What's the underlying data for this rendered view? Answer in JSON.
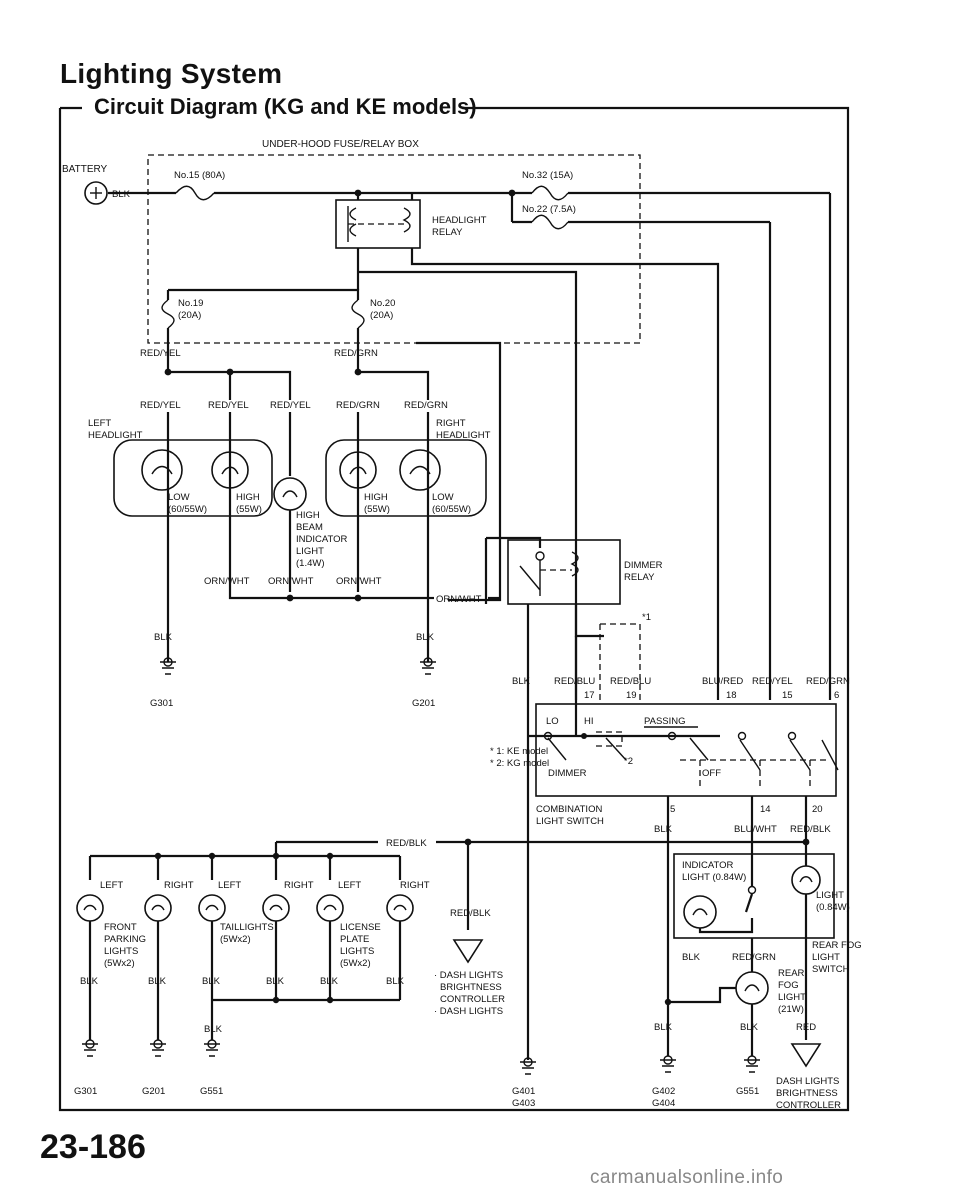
{
  "title": "Lighting System",
  "subtitle": "Circuit Diagram (KG and KE models)",
  "page_number": "23-186",
  "watermark": "carmanualsonline.info",
  "labels": {
    "fuse_box": "UNDER-HOOD FUSE/RELAY BOX",
    "battery": "BATTERY",
    "blk": "BLK",
    "fuse15": "No.15 (80A)",
    "fuse32": "No.32 (15A)",
    "fuse22": "No.22 (7.5A)",
    "headlight_relay_1": "HEADLIGHT",
    "headlight_relay_2": "RELAY",
    "fuse19_1": "No.19",
    "fuse19_2": "(20A)",
    "fuse20_1": "No.20",
    "fuse20_2": "(20A)",
    "red_yel": "RED/YEL",
    "red_grn": "RED/GRN",
    "left_headlight_1": "LEFT",
    "left_headlight_2": "HEADLIGHT",
    "right_headlight_1": "RIGHT",
    "right_headlight_2": "HEADLIGHT",
    "low": "LOW",
    "low_w": "(60/55W)",
    "high": "HIGH",
    "high_w": "(55W)",
    "hb_1": "HIGH",
    "hb_2": "BEAM",
    "hb_3": "INDICATOR",
    "hb_4": "LIGHT",
    "hb_5": "(1.4W)",
    "orn_wht": "ORN/WHT",
    "dimmer_relay_1": "DIMMER",
    "dimmer_relay_2": "RELAY",
    "g301": "G301",
    "g201": "G201",
    "g551": "G551",
    "g401": "G401",
    "g403": "G403",
    "g402": "G402",
    "g404": "G404",
    "red_blu": "RED/BLU",
    "blu_red": "BLU/RED",
    "blu_wht": "BLU/WHT",
    "red_blk": "RED/BLK",
    "red": "RED",
    "pin17": "17",
    "pin19": "19",
    "pin18": "18",
    "pin15": "15",
    "pin6": "6",
    "pin5": "5",
    "pin14": "14",
    "pin20": "20",
    "lo": "LO",
    "hi": "HI",
    "passing": "PASSING",
    "dimmer": "DIMMER",
    "off": "OFF",
    "star1": "*1",
    "star2": "*2",
    "note1": "* 1: KE model",
    "note2": "* 2: KG model",
    "combo_1": "COMBINATION",
    "combo_2": "LIGHT SWITCH",
    "left": "LEFT",
    "right": "RIGHT",
    "front_1": "FRONT",
    "front_2": "PARKING",
    "front_3": "LIGHTS",
    "front_4": "(5Wx2)",
    "tail_1": "TAILLIGHTS",
    "tail_2": "(5Wx2)",
    "lic_1": "LICENSE",
    "lic_2": "PLATE",
    "lic_3": "LIGHTS",
    "lic_4": "(5Wx2)",
    "dash_1": "· DASH LIGHTS",
    "dash_2": "BRIGHTNESS",
    "dash_3": "CONTROLLER",
    "dash_4": "· DASH LIGHTS",
    "ind_1": "INDICATOR",
    "ind_2": "LIGHT (0.84W)",
    "light_1": "LIGHT",
    "light_2": "(0.84W)",
    "rfs_1": "REAR FOG",
    "rfs_2": "LIGHT",
    "rfs_3": "SWITCH",
    "rfl_1": "REAR",
    "rfl_2": "FOG",
    "rfl_3": "LIGHT",
    "rfl_4": "(21W)",
    "dlbc_1": "DASH LIGHTS",
    "dlbc_2": "BRIGHTNESS",
    "dlbc_3": "CONTROLLER"
  }
}
